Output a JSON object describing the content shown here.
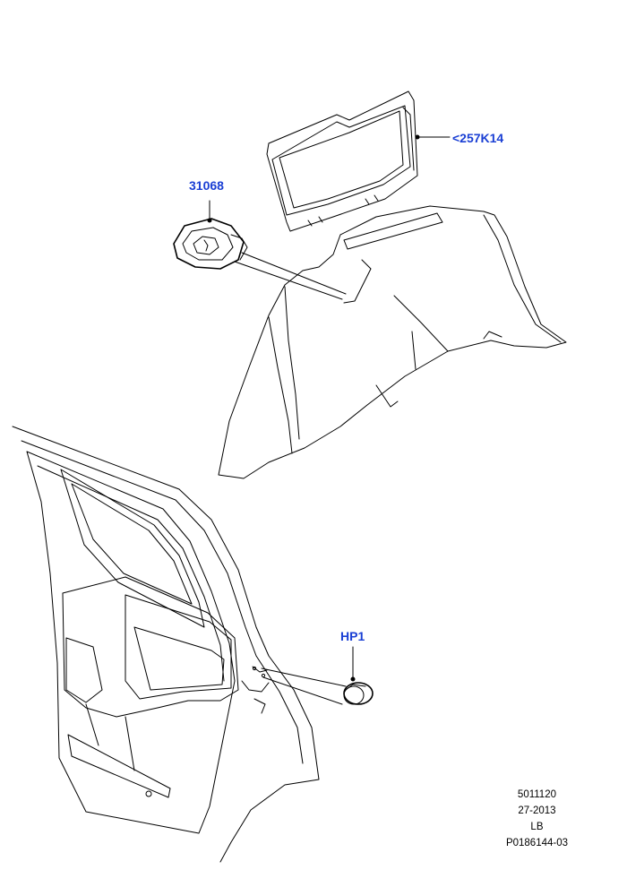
{
  "callouts": {
    "trim_panel_part": "<257K14",
    "clip_part": "31068",
    "plug_part": "HP1"
  },
  "footer": {
    "line1": "5011120",
    "line2": "27-2013",
    "line3": "LB",
    "line4": "P0186144-03"
  },
  "colors": {
    "callout_text": "#1a3fd4",
    "line_art": "#000000"
  }
}
